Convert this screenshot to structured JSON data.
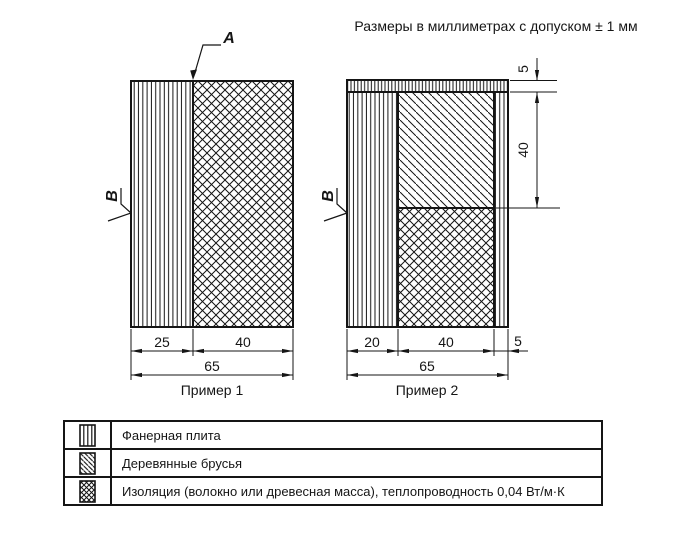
{
  "note": "Размеры в миллиметрах с допуском ± 1 мм",
  "examples": {
    "example1": {
      "caption": "Пример 1",
      "labels": {
        "a": "A",
        "b": "B"
      },
      "dims": {
        "plywood_width": "25",
        "insulation_width": "40",
        "total_width": "65"
      }
    },
    "example2": {
      "caption": "Пример 2",
      "labels": {
        "b": "B"
      },
      "dims": {
        "top_strip_height": "5",
        "bars_height": "40",
        "plywood_width": "20",
        "core_width": "40",
        "right_strip_width": "5",
        "total_width": "65"
      }
    }
  },
  "legend": {
    "rows": [
      {
        "icon": "vertical-lines-pattern",
        "label": "Фанерная плита"
      },
      {
        "icon": "diagonal-lines-pattern",
        "label": "Деревянные брусья"
      },
      {
        "icon": "cross-hatch-pattern",
        "label": "Изоляция (волокно или древесная масса), теплопроводность 0,04 Вт/м·К"
      }
    ]
  },
  "colors": {
    "ink": "#151515",
    "background": "#ffffff"
  }
}
